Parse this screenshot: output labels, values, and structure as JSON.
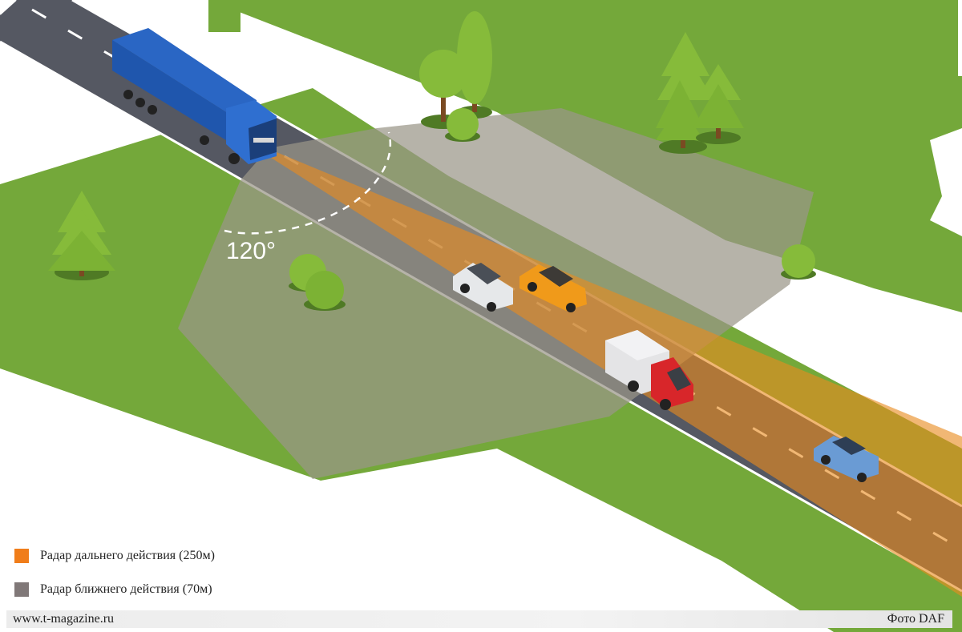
{
  "diagram": {
    "angle_label": "120°",
    "vehicles": [
      "truck-tractor",
      "car-white",
      "car-orange",
      "delivery-van-red",
      "suv-blue"
    ]
  },
  "legend": {
    "items": [
      {
        "label": "Радар дальнего действия (250м)",
        "color": "#f07d1a"
      },
      {
        "label": "Радар ближнего действия (70м)",
        "color": "#807878"
      }
    ]
  },
  "footer": {
    "site": "www.t-magazine.ru",
    "credit": "Фото DAF"
  },
  "colors": {
    "grass": "#74a83a",
    "road": "#555862",
    "long_range": "#e88a1e",
    "short_range": "#9a9688"
  }
}
